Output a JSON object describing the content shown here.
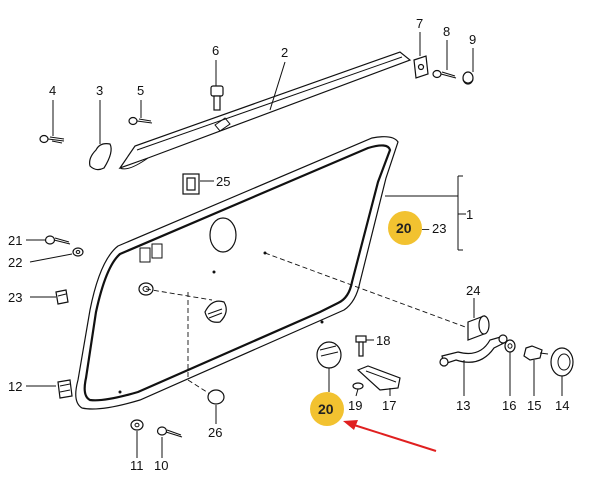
{
  "labels": {
    "p1": "1",
    "p2": "2",
    "p3": "3",
    "p4": "4",
    "p5": "5",
    "p6": "6",
    "p7": "7",
    "p8": "8",
    "p9": "9",
    "p10": "10",
    "p11": "11",
    "p12": "12",
    "p13": "13",
    "p14": "14",
    "p15": "15",
    "p16": "16",
    "p17": "17",
    "p18": "18",
    "p19": "19",
    "p21": "21",
    "p22": "22",
    "p23": "23",
    "p24": "24",
    "p25": "25",
    "p26": "26",
    "range_23": "23"
  },
  "highlights": {
    "callout_top": "20",
    "callout_bottom": "20",
    "range_dash": "–"
  },
  "colors": {
    "highlight": "#f2c230",
    "arrow": "#e02020",
    "ink": "#111111"
  }
}
